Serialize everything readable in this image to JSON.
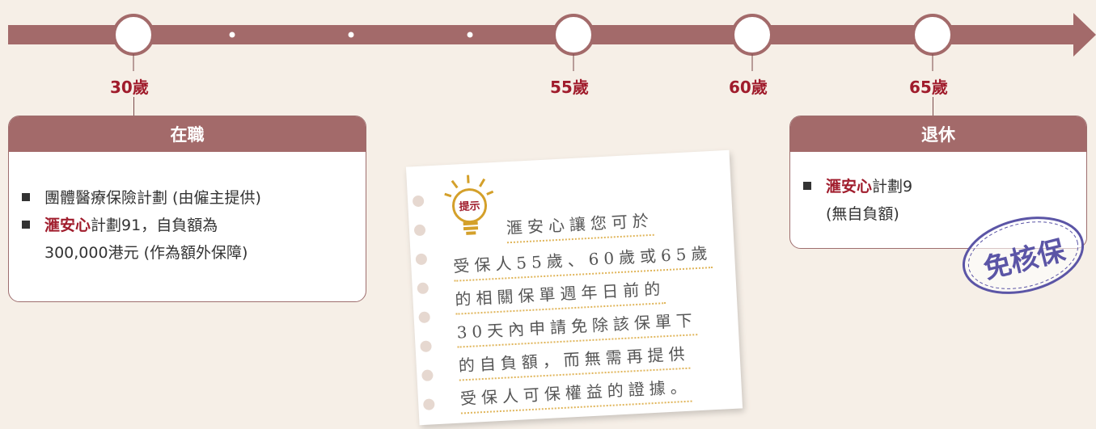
{
  "timeline": {
    "ages": [
      "30歲",
      "55歲",
      "60歲",
      "65歲"
    ]
  },
  "employed_card": {
    "title": "在職",
    "items": [
      {
        "text": "團體醫療保險計劃 (由僱主提供)"
      },
      {
        "brand": "滙安心",
        "text": "計劃91，自負額為"
      }
    ],
    "continuation": "300,000港元 (作為額外保障)"
  },
  "retired_card": {
    "title": "退休",
    "item_brand": "滙安心",
    "item_text": "計劃9",
    "continuation": "(無自負額)"
  },
  "note": {
    "hint_label": "提示",
    "lines": [
      "滙安心讓您可於",
      "受保人55歲、60歲或65歲",
      "的相關保單週年日前的",
      "30天內申請免除該保單下",
      "的自負額，而無需再提供",
      "受保人可保權益的證據。"
    ]
  },
  "stamp": {
    "text": "免核保"
  },
  "colors": {
    "timeline": "#a36a6a",
    "age_text": "#a01c2c",
    "stamp": "#5b55a6",
    "highlight": "#e0b55a"
  }
}
